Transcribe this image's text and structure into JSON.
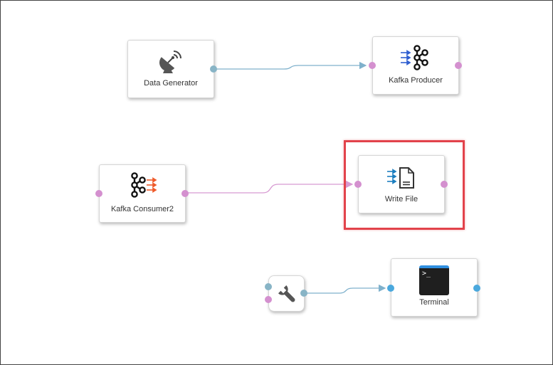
{
  "nodes": {
    "data_generator": {
      "label": "Data Generator",
      "icon": "satellite-dish-icon"
    },
    "kafka_producer": {
      "label": "Kafka Producer",
      "icon": "kafka-producer-icon"
    },
    "kafka_consumer": {
      "label": "Kafka Consumer2",
      "icon": "kafka-consumer-icon"
    },
    "write_file": {
      "label": "Write File",
      "icon": "write-file-icon"
    },
    "tool": {
      "label": "",
      "icon": "wrench-icon"
    },
    "terminal": {
      "label": "Terminal",
      "icon": "terminal-icon",
      "prompt": ">_"
    }
  },
  "colors": {
    "wire_blue": "#7fb1cc",
    "wire_pink": "#d79ad2",
    "port_pink": "#d490cf",
    "port_grey": "#88b4c6",
    "port_blue": "#4aa8dd",
    "highlight": "#e2434b",
    "producer_arrows": "#2f5fd0",
    "consumer_arrows": "#ee5a2a",
    "write_arrows": "#1d7fc0"
  },
  "connections": [
    {
      "from": "Data Generator",
      "to": "Kafka Producer"
    },
    {
      "from": "Kafka Consumer2",
      "to": "Write File"
    },
    {
      "from": "wrench",
      "to": "Terminal"
    }
  ],
  "selection": {
    "highlighted_node": "Write File"
  }
}
